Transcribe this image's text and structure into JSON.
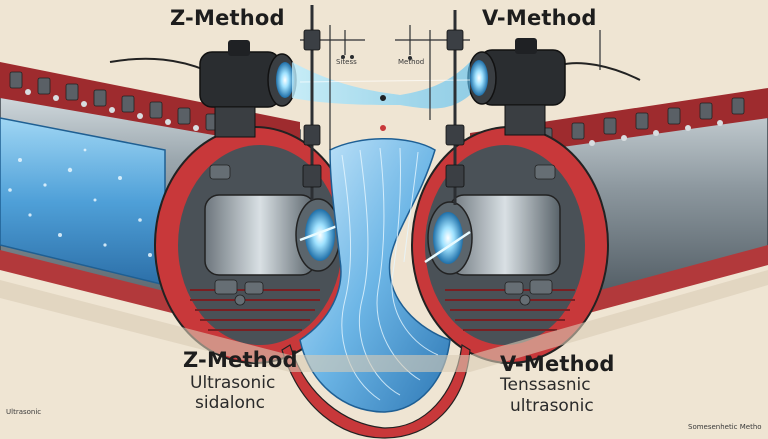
{
  "top_labels": {
    "left": "Z-Method",
    "right": "V-Method"
  },
  "small_labels": {
    "left_device": "Sitess",
    "right_device": "Method"
  },
  "bottom_labels": {
    "left_title": "Z-Method",
    "left_line1": "Ultrasonic",
    "left_line2": "sidalonc",
    "right_title": "V-Method",
    "right_line1": "Tenssasnic",
    "right_line2": "ultrasonic"
  },
  "corner_labels": {
    "left": "Ultrasonic",
    "right": "Somesenhetic Metho"
  },
  "colors": {
    "background": "#efe5d3",
    "water": "#58a6dc",
    "flange": "#c8383a",
    "metal": "#8b949c",
    "beam": "#7fd0f5",
    "dark": "#232323"
  }
}
